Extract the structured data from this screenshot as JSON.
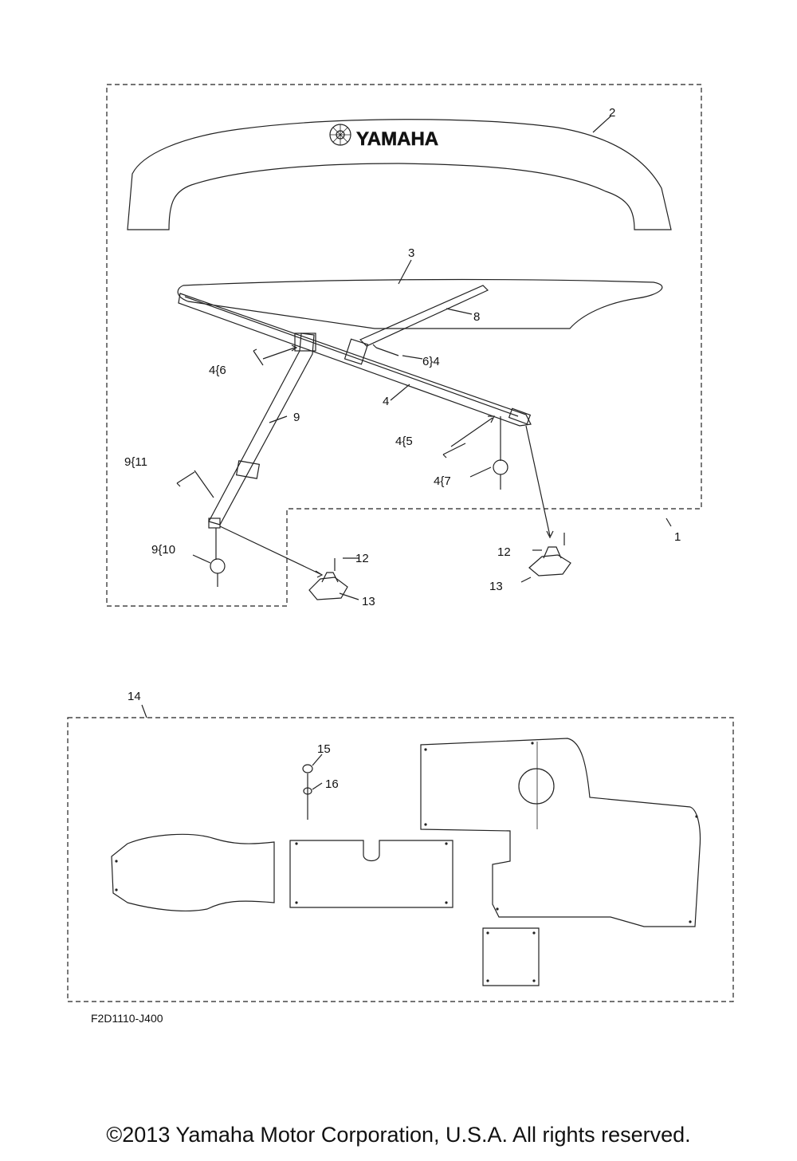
{
  "diagram_code": "F2D1110-J400",
  "copyright": "©2013 Yamaha Motor Corporation, U.S.A. All rights reserved.",
  "brand_text": "YAMAHA",
  "callouts": {
    "c1": "1",
    "c2": "2",
    "c3": "3",
    "c4": "4",
    "c4_6": "4{6",
    "c6_4": "6}4",
    "c4_5": "4{5",
    "c4_7": "4{7",
    "c8": "8",
    "c9": "9",
    "c9_11": "9{11",
    "c9_10": "9{10",
    "c12a": "12",
    "c13a": "13",
    "c12b": "12",
    "c13b": "13",
    "c14": "14",
    "c15": "15",
    "c16": "16"
  }
}
